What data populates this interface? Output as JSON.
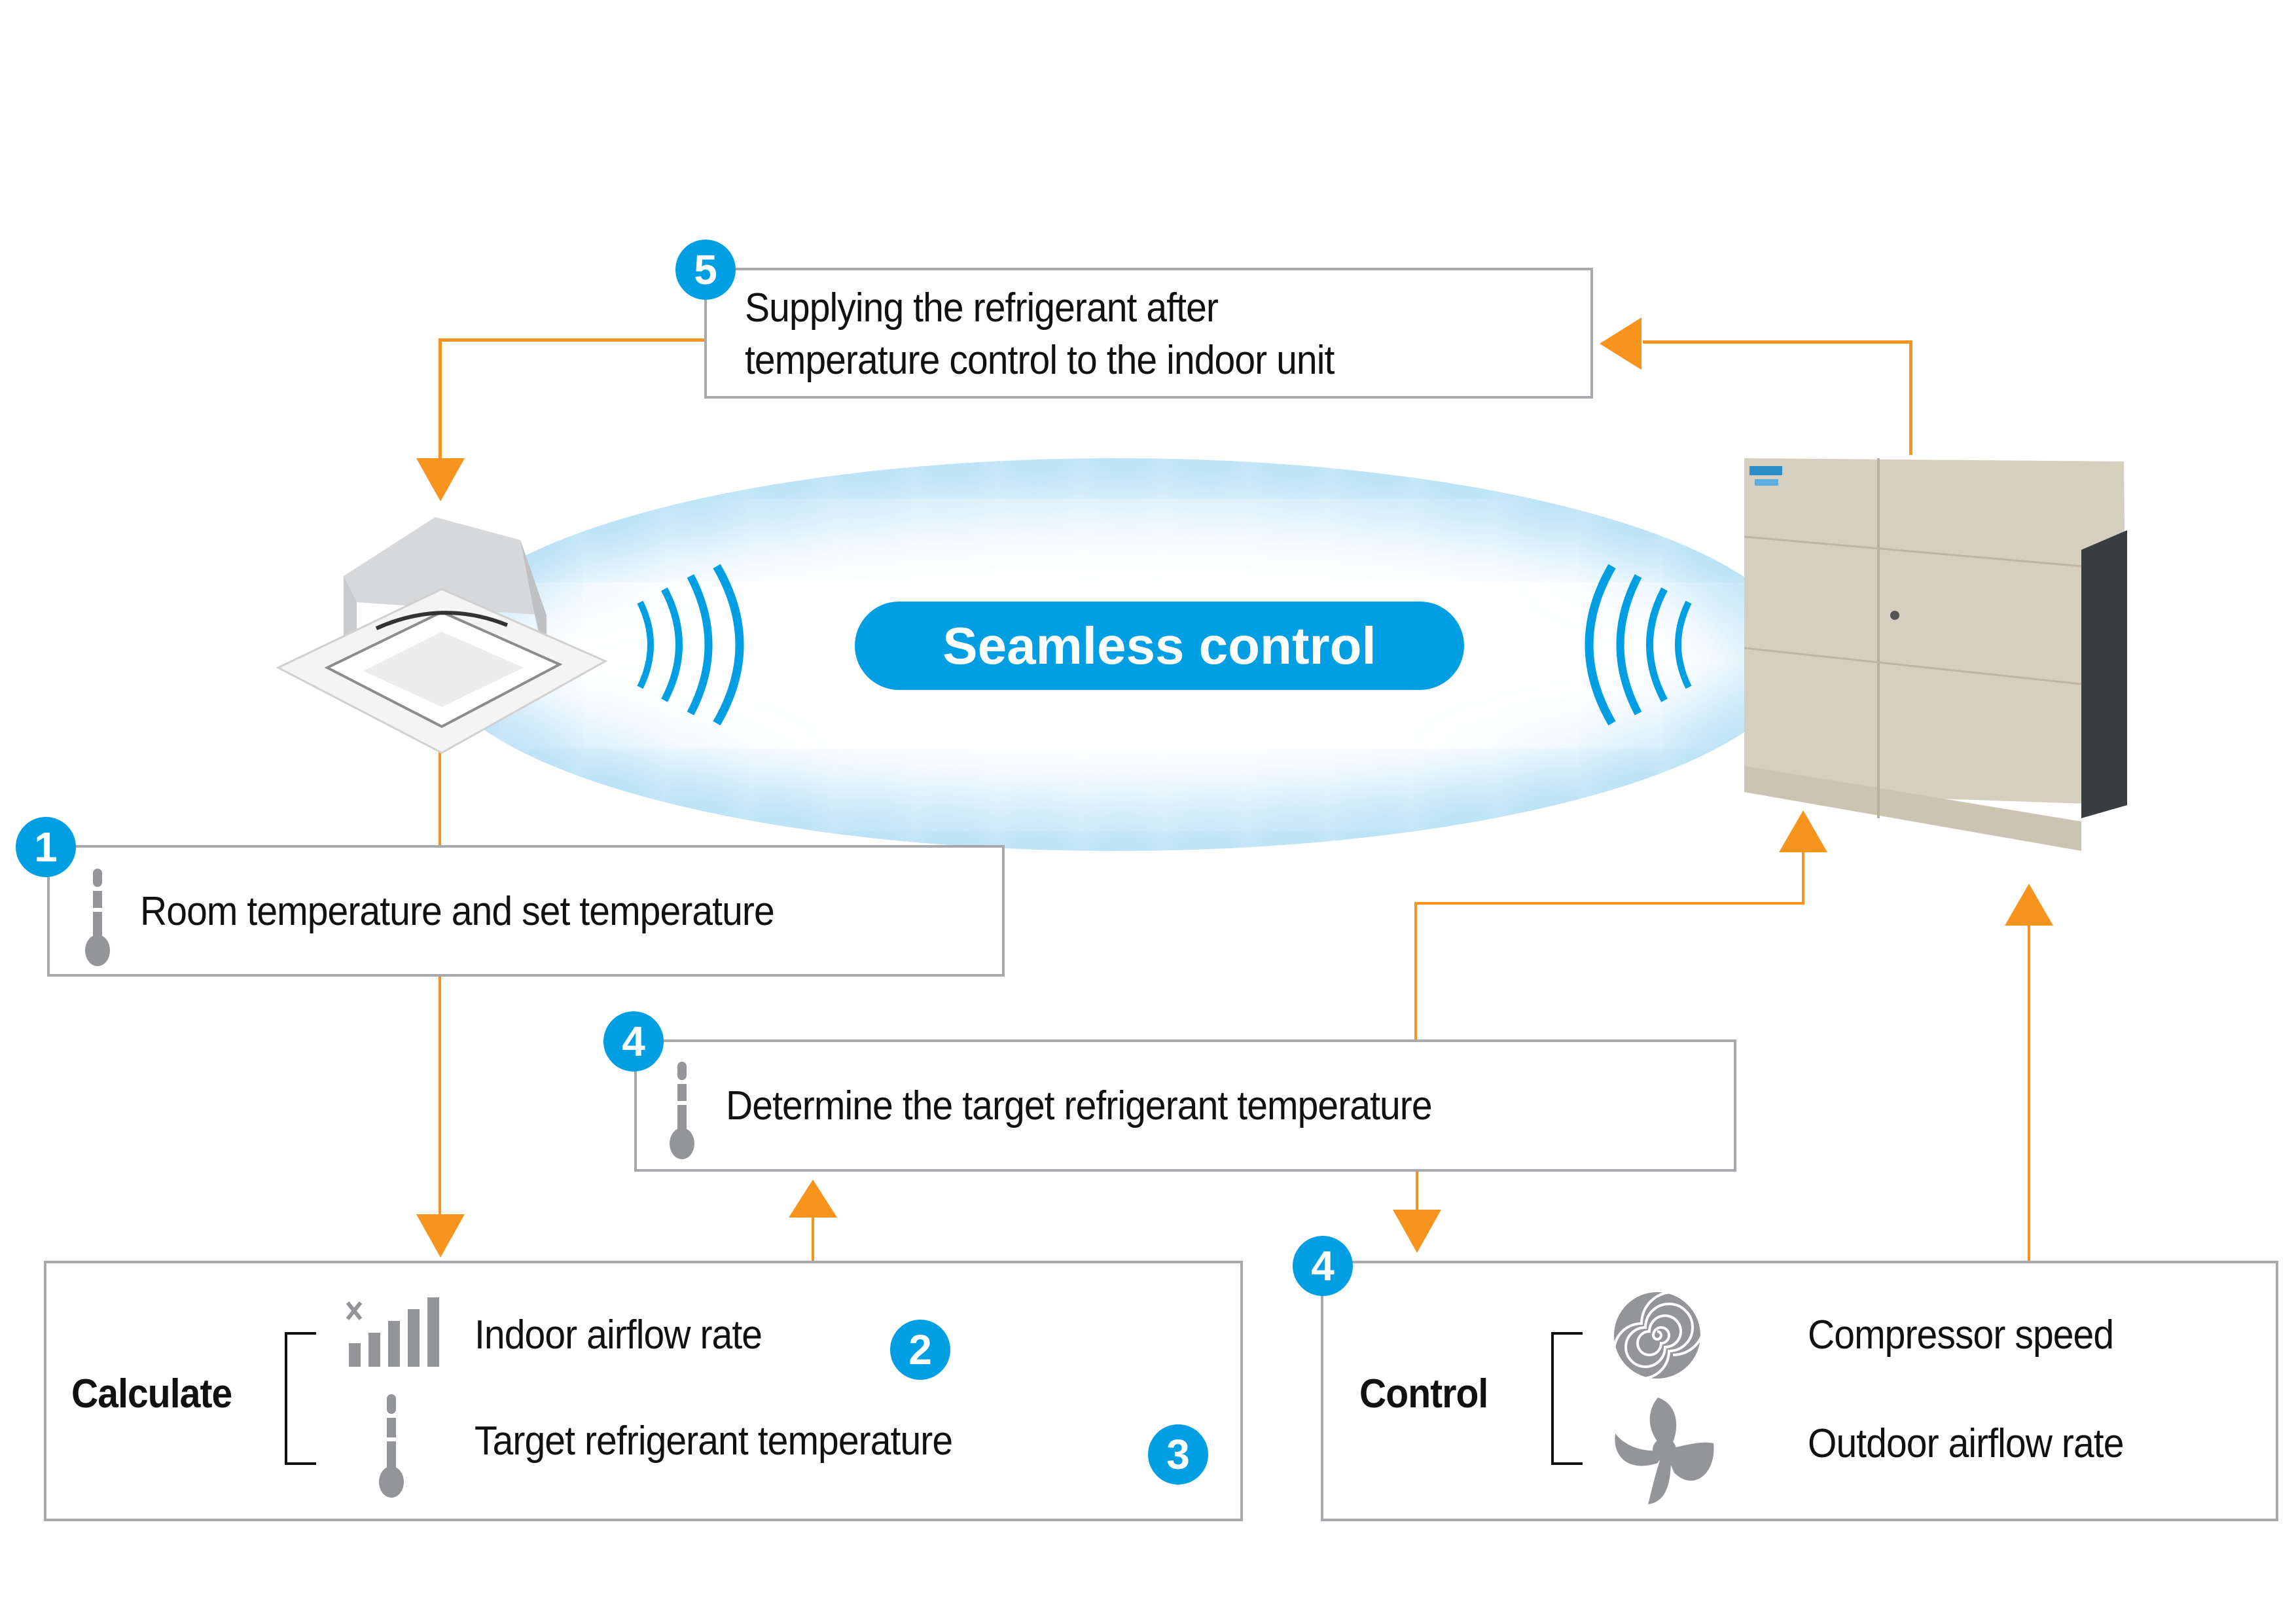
{
  "diagram": {
    "center_label": "Seamless control",
    "colors": {
      "accent_blue": "#009fe3",
      "arrow_orange": "#f7941d",
      "box_border": "#a7a9ac",
      "icon_gray": "#939598"
    },
    "units": {
      "indoor": "indoor-cassette-unit",
      "outdoor": "outdoor-vrv-unit"
    },
    "steps": [
      {
        "badge": "1",
        "text": "Room temperature and set temperature",
        "icon": "thermometer-icon"
      },
      {
        "badge": "2",
        "text": "Indoor airflow rate",
        "icon": "fan-signal-bars-icon"
      },
      {
        "badge": "3",
        "text": "Target refrigerant temperature",
        "icon": "thermometer-icon"
      },
      {
        "badge": "4",
        "text": "Determine the target refrigerant temperature",
        "icon": "thermometer-icon"
      },
      {
        "badge": "4",
        "text": "Control",
        "icon": ""
      },
      {
        "badge": "5",
        "text_line1": "Supplying the refrigerant after",
        "text_line2": "temperature control to the indoor unit"
      }
    ],
    "calculate": {
      "title": "Calculate",
      "items": [
        {
          "label": "Indoor airflow rate",
          "badge": "2",
          "icon": "fan-signal-bars-icon"
        },
        {
          "label": "Target refrigerant temperature",
          "badge": "3",
          "icon": "thermometer-icon"
        }
      ]
    },
    "control": {
      "title": "Control",
      "badge": "4",
      "items": [
        {
          "label": "Compressor speed",
          "icon": "compressor-spiral-icon"
        },
        {
          "label": "Outdoor airflow rate",
          "icon": "fan-blade-icon"
        }
      ]
    }
  }
}
